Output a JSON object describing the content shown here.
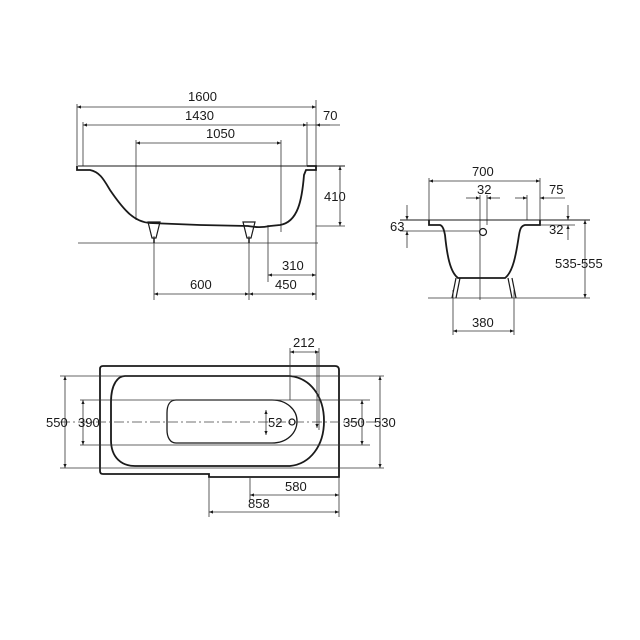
{
  "drawing": {
    "title": "Bathtub technical dimensions drawing",
    "units": "mm",
    "line_color": "#1a1a1a",
    "background": "#ffffff"
  },
  "side_view": {
    "dims": {
      "overall_length": "1600",
      "inner_top_length": "1430",
      "bottom_length": "1050",
      "rim_width": "70",
      "height": "410",
      "leg_spacing": "600",
      "drain_offset": "310",
      "leg_to_end": "450"
    }
  },
  "end_view": {
    "dims": {
      "width": "700",
      "overflow_dia": "32",
      "rim_offset": "75",
      "overflow_height": "63",
      "rim_thickness": "32",
      "total_height": "535-555",
      "leg_spacing": "380"
    }
  },
  "plan_view": {
    "dims": {
      "outer_width": "550",
      "inner_width_left": "390",
      "drain_dia": "52",
      "drain_offset": "212",
      "inner_width_right": "350",
      "inner_top_width": "530",
      "step_length": "580",
      "step_offset": "858"
    }
  }
}
